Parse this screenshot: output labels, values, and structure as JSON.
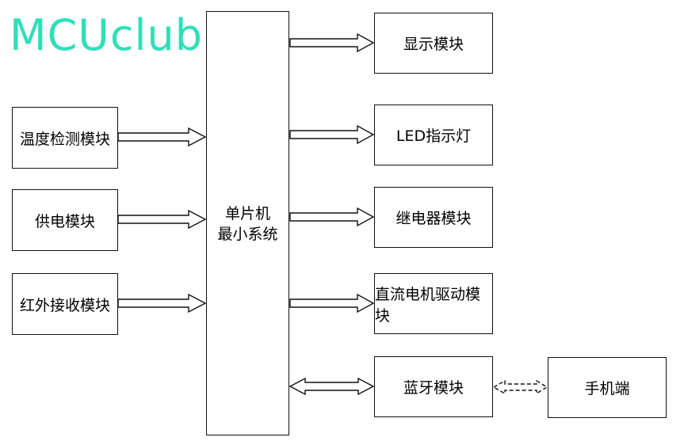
{
  "watermark": "MCUclub",
  "center": {
    "line1": "单片机",
    "line2": "最小系统"
  },
  "inputs": [
    {
      "label": "温度检测模块"
    },
    {
      "label": "供电模块"
    },
    {
      "label": "红外接收模块"
    }
  ],
  "outputs": [
    {
      "label": "显示模块"
    },
    {
      "label": "LED指示灯"
    },
    {
      "label": "继电器模块"
    },
    {
      "label": "直流电机驱动模块"
    },
    {
      "label": "蓝牙模块"
    }
  ],
  "phone": {
    "label": "手机端"
  }
}
